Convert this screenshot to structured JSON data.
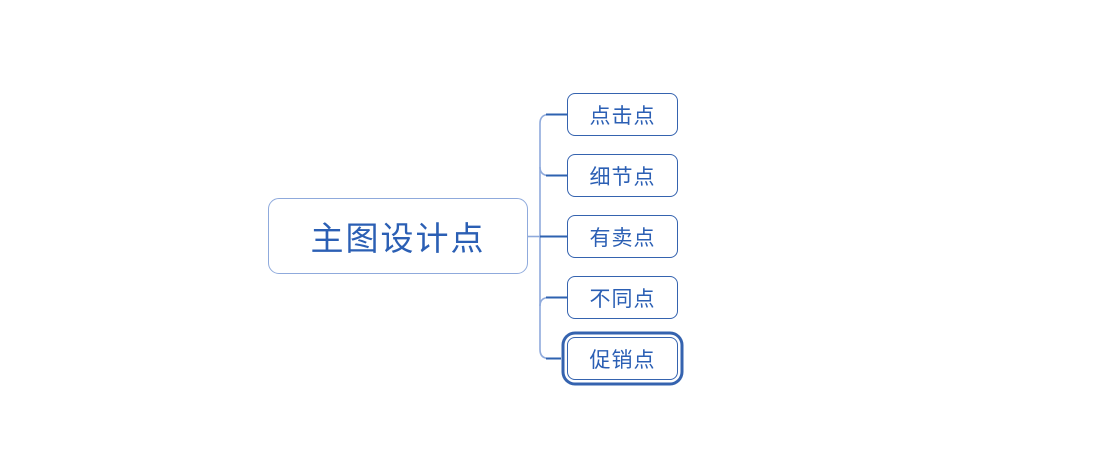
{
  "diagram": {
    "type": "mindmap",
    "root": {
      "label": "主图设计点"
    },
    "children": [
      {
        "label": "点击点",
        "selected": false
      },
      {
        "label": "细节点",
        "selected": false
      },
      {
        "label": "有卖点",
        "selected": false
      },
      {
        "label": "不同点",
        "selected": false
      },
      {
        "label": "促销点",
        "selected": true
      }
    ],
    "colors": {
      "root_border": "#8FAADC",
      "child_border": "#3563AF",
      "text": "#2B5FB4",
      "connector_light": "#8FAADC",
      "connector_dark": "#2E62B0",
      "selection_border": "#3563AF",
      "background": "#FFFFFF"
    }
  }
}
